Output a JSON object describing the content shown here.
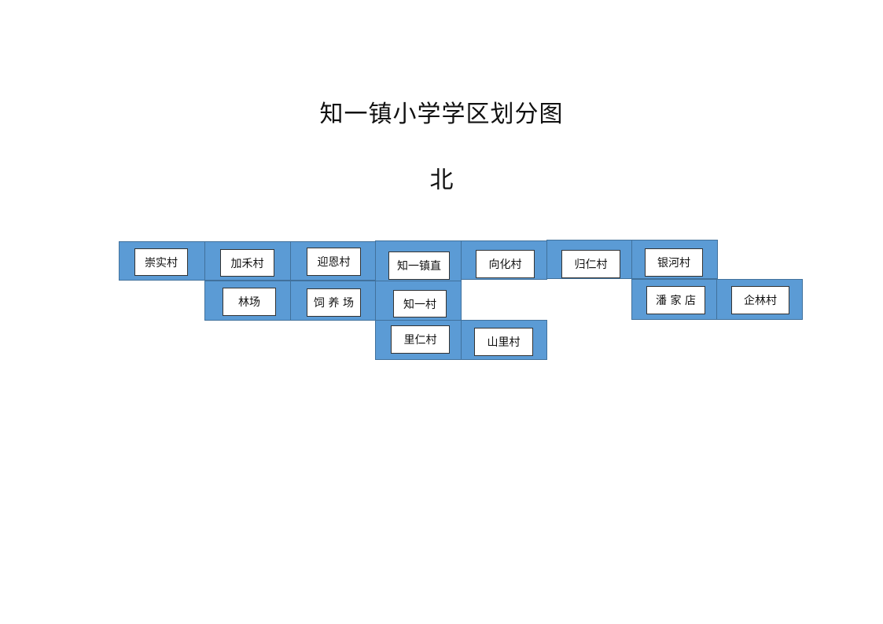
{
  "title": "知一镇小学学区划分图",
  "direction_label": "北",
  "colors": {
    "cell_fill": "#5b9bd5",
    "cell_border": "#41719c",
    "label_fill": "#ffffff"
  },
  "areas": {
    "chongshi": "崇实村",
    "jiahe": "加禾村",
    "ying_en": "迎恩村",
    "zhiyizhen_zhi": "知一镇直",
    "xianghua": "向化村",
    "guiren": "归仁村",
    "yinhe": "银河村",
    "linchang": "林场",
    "siyangchang": "饲 养 场",
    "zhiyi": "知一村",
    "panjiadian": "潘 家 店",
    "qilin": "企林村",
    "liren": "里仁村",
    "shanli": "山里村"
  }
}
